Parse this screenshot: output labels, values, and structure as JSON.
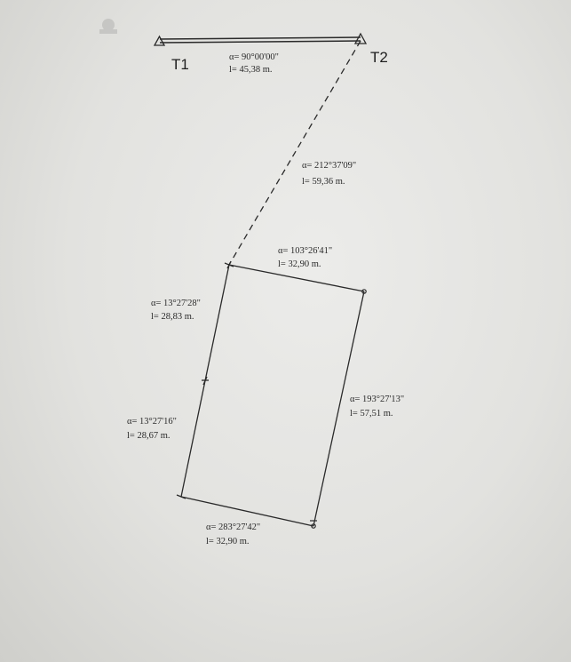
{
  "stations": {
    "t1": "T1",
    "t2": "T2"
  },
  "legs": {
    "t1_t2": {
      "azimuth": "α= 90°00'00\"",
      "length": "l= 45,38 m."
    },
    "t2_p1": {
      "azimuth": "α= 212°37'09\"",
      "length": "l= 59,36 m."
    },
    "p1_p2": {
      "azimuth": "α= 103°26'41\"",
      "length": "l= 32,90 m."
    },
    "p2_p3": {
      "azimuth": "α= 193°27'13\"",
      "length": "l= 57,51 m."
    },
    "p3_p4": {
      "azimuth": "α= 283°27'42\"",
      "length": "l= 32,90 m."
    },
    "p4_p5": {
      "azimuth": "α= 13°27'16\"",
      "length": "l= 28,67 m."
    },
    "p5_p1": {
      "azimuth": "α= 13°27'28\"",
      "length": "l= 28,83 m."
    }
  },
  "colors": {
    "ink": "#2a2a2a",
    "paper": "#e6e6e3"
  },
  "icons": {
    "corner_stamp": "stamp-icon"
  }
}
